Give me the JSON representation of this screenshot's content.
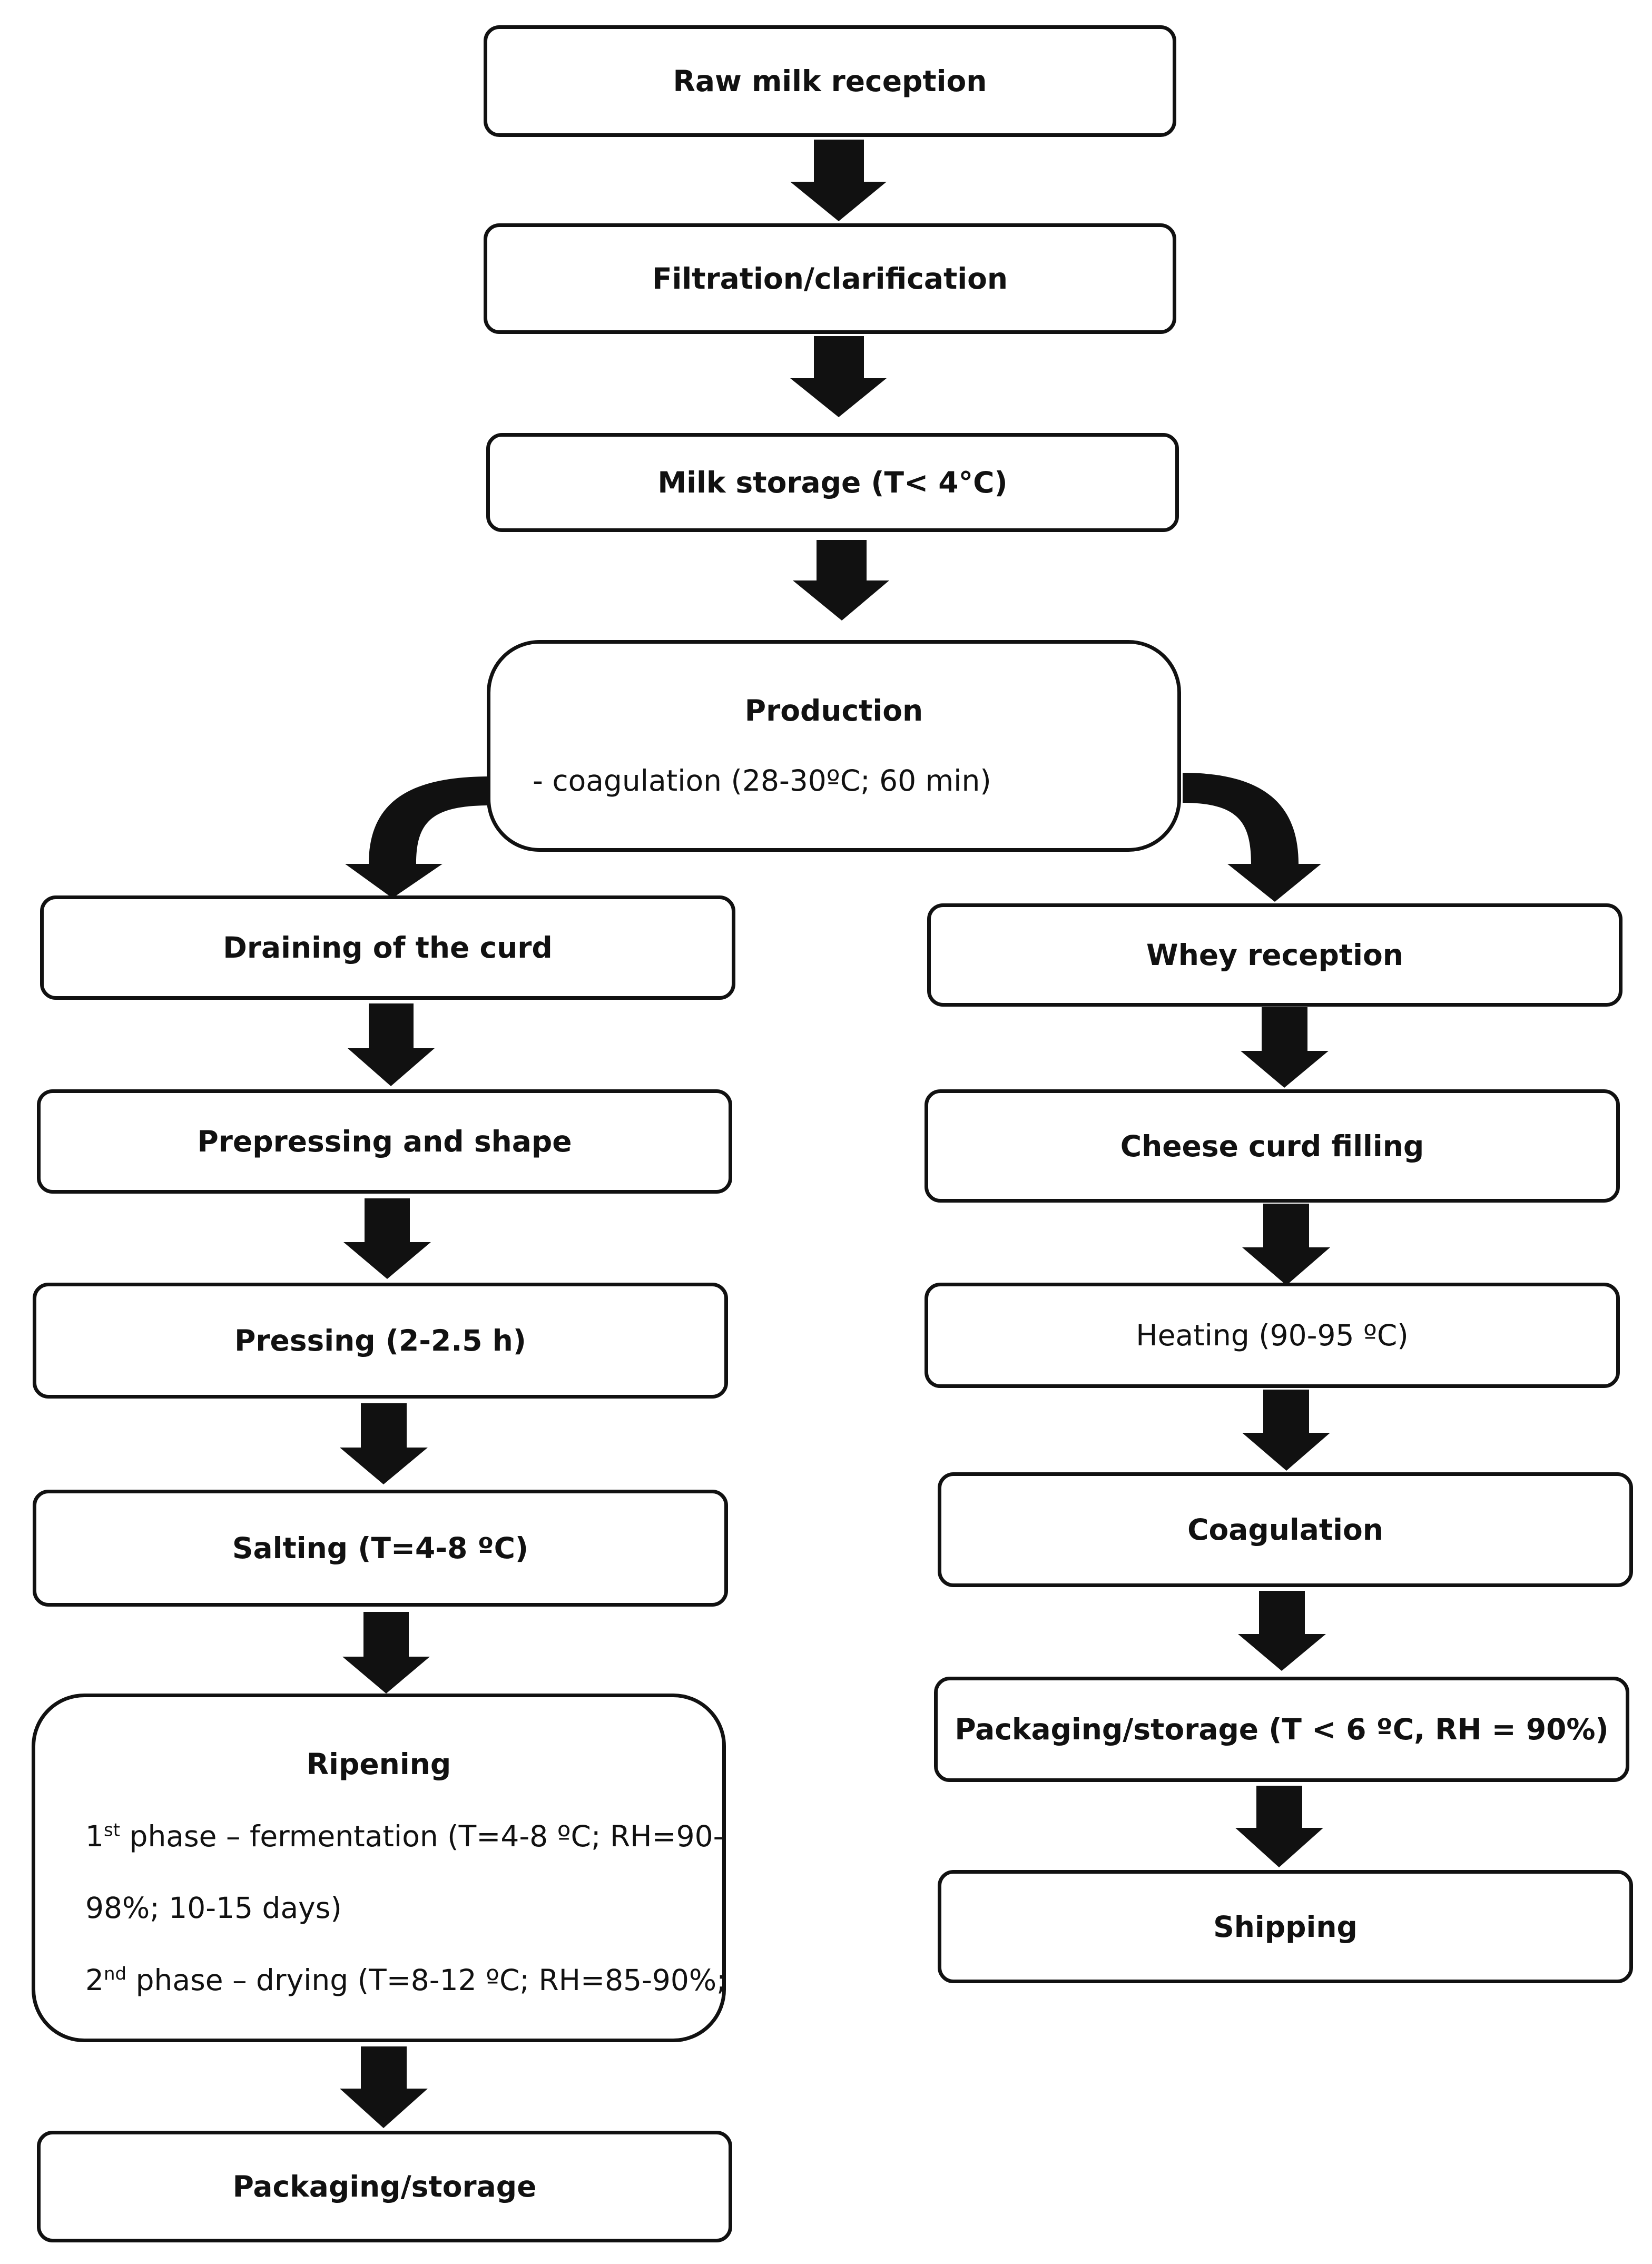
{
  "main_flow": {
    "raw_milk": "Raw milk reception",
    "filtration": "Filtration/clarification",
    "storage": "Milk storage (T< 4°C)",
    "production_title": "Production",
    "production_detail": "- coagulation (28-30ºC; 60 min)"
  },
  "left_branch": {
    "draining": "Draining of the curd",
    "prepressing": "Prepressing and shape",
    "pressing": "Pressing (2-2.5 h)",
    "salting": "Salting (T=4-8 ºC)",
    "ripening_title": "Ripening",
    "phase1_num": "1",
    "phase1_sup": "st",
    "phase1_text": " phase – fermentation (T=4-8 ºC; RH=90-",
    "phase1_cont": "98%; 10-15 days)",
    "phase2_num": "2",
    "phase2_sup": "nd",
    "phase2_text": " phase – drying (T=8-12 ºC; RH=85-90%;",
    "packaging": "Packaging/storage"
  },
  "right_branch": {
    "whey": "Whey reception",
    "filling": "Cheese curd filling",
    "heating": "Heating (90-95 ºC)",
    "coagulation": "Coagulation",
    "packaging": "Packaging/storage (T < 6 ºC, RH = 90%)",
    "shipping": "Shipping"
  }
}
